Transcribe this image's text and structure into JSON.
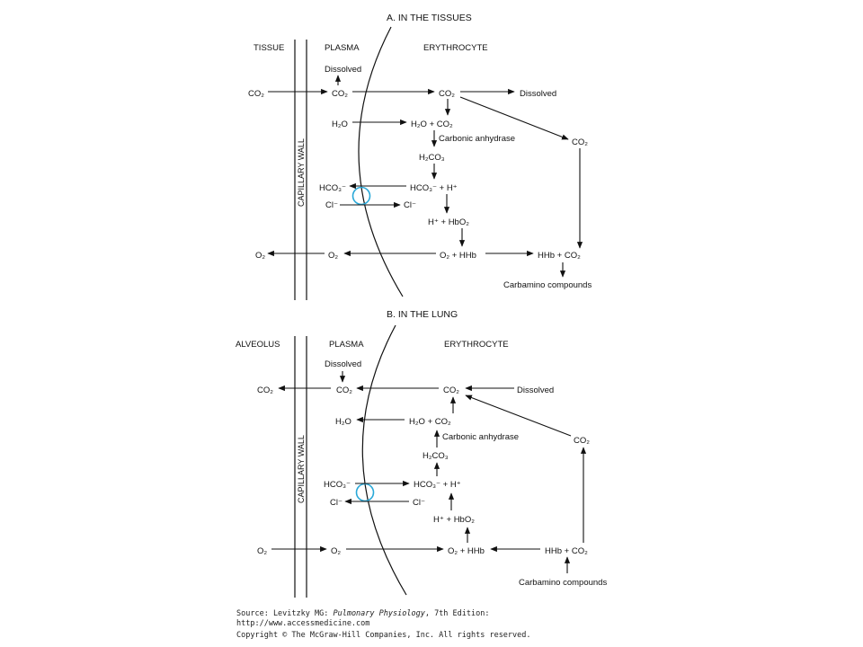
{
  "panels": [
    {
      "title": "A. IN THE TISSUES",
      "col_left": "TISSUE",
      "col_plasma": "PLASMA",
      "col_erythrocyte": "ERYTHROCYTE",
      "wall_label": "CAPILLARY WALL",
      "nodes": {
        "plasma_dissolved": "Dissolved",
        "left_co2": "CO₂",
        "plasma_co2": "CO₂",
        "ery_co2": "CO₂",
        "ery_dissolved": "Dissolved",
        "plasma_h2o": "H₂O",
        "ery_h2o_co2": "H₂O + CO₂",
        "carbonic_anhydrase": "Carbonic anhydrase",
        "side_co2": "CO₂",
        "h2co3": "H₂CO₃",
        "plasma_hco3": "HCO₃⁻",
        "ery_hco3_h": "HCO₃⁻ + H⁺",
        "plasma_cl": "Cl⁻",
        "ery_cl": "Cl⁻",
        "h_hbo2": "H⁺ + HbO₂",
        "left_o2": "O₂",
        "plasma_o2": "O₂",
        "o2_hhb": "O₂ + HHb",
        "hhb_co2": "HHb + CO₂",
        "carbamino": "Carbamino compounds"
      }
    },
    {
      "title": "B. IN THE LUNG",
      "col_left": "ALVEOLUS",
      "col_plasma": "PLASMA",
      "col_erythrocyte": "ERYTHROCYTE",
      "wall_label": "CAPILLARY WALL",
      "nodes": {
        "plasma_dissolved": "Dissolved",
        "left_co2": "CO₂",
        "plasma_co2": "CO₂",
        "ery_co2": "CO₂",
        "ery_dissolved": "Dissolved",
        "plasma_h2o": "H₂O",
        "ery_h2o_co2": "H₂O + CO₂",
        "carbonic_anhydrase": "Carbonic anhydrase",
        "side_co2": "CO₂",
        "h2co3": "H₂CO₃",
        "plasma_hco3": "HCO₃⁻",
        "ery_hco3_h": "HCO₃⁻ + H⁺",
        "plasma_cl": "Cl⁻",
        "ery_cl": "Cl⁻",
        "h_hbo2": "H⁺ + HbO₂",
        "left_o2": "O₂",
        "plasma_o2": "O₂",
        "o2_hhb": "O₂ + HHb",
        "hhb_co2": "HHb + CO₂",
        "carbamino": "Carbamino compounds"
      }
    }
  ],
  "source": {
    "prefix": "Source: Levitzky MG: ",
    "book": "Pulmonary Physiology",
    "suffix": ", 7th Edition:",
    "url": "http://www.accessmedicine.com",
    "copyright": "Copyright © The McGraw-Hill Companies, Inc. All rights reserved."
  },
  "colors": {
    "ink": "#111111",
    "transporter": "#29a8d8"
  }
}
